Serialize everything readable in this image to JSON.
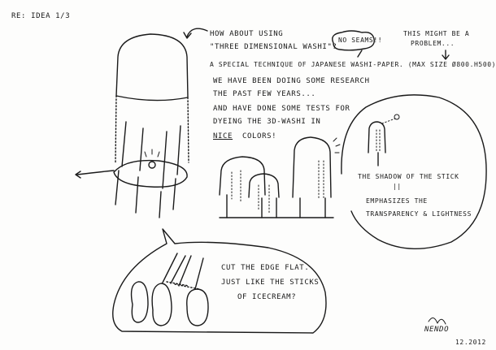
{
  "header": {
    "subject": "RE: IDEA 1/3"
  },
  "notes": {
    "line1": "HOW ABOUT USING",
    "line2": "\"THREE DIMENSIONAL WASHI\"?",
    "line3": "A SPECIAL TECHNIQUE OF JAPANESE WASHI-PAPER. (MAX SIZE Ø800.H500)",
    "line4": "WE HAVE BEEN DOING SOME RESEARCH",
    "line5": "THE PAST FEW YEARS...",
    "line6": "AND HAVE DONE SOME TESTS FOR",
    "line7a": "DYEING THE 3D-WASHI IN",
    "line7b": "NICE",
    "line7c": "COLORS!"
  },
  "callouts": {
    "no_seams": "NO SEAMS!!",
    "problem_1": "THIS MIGHT BE A",
    "problem_2": "PROBLEM...",
    "shadow_1": "THE SHADOW OF THE STICK",
    "shadow_2": "||",
    "shadow_3": "EMPHASIZES THE",
    "shadow_4": "TRANSPARENCY & LIGHTNESS",
    "cut_1": "CUT THE EDGE FLAT.",
    "cut_2": "JUST LIKE THE STICKS",
    "cut_3": "OF ICECREAM?"
  },
  "signature": {
    "name": "NENDO",
    "date": "12.2012"
  }
}
